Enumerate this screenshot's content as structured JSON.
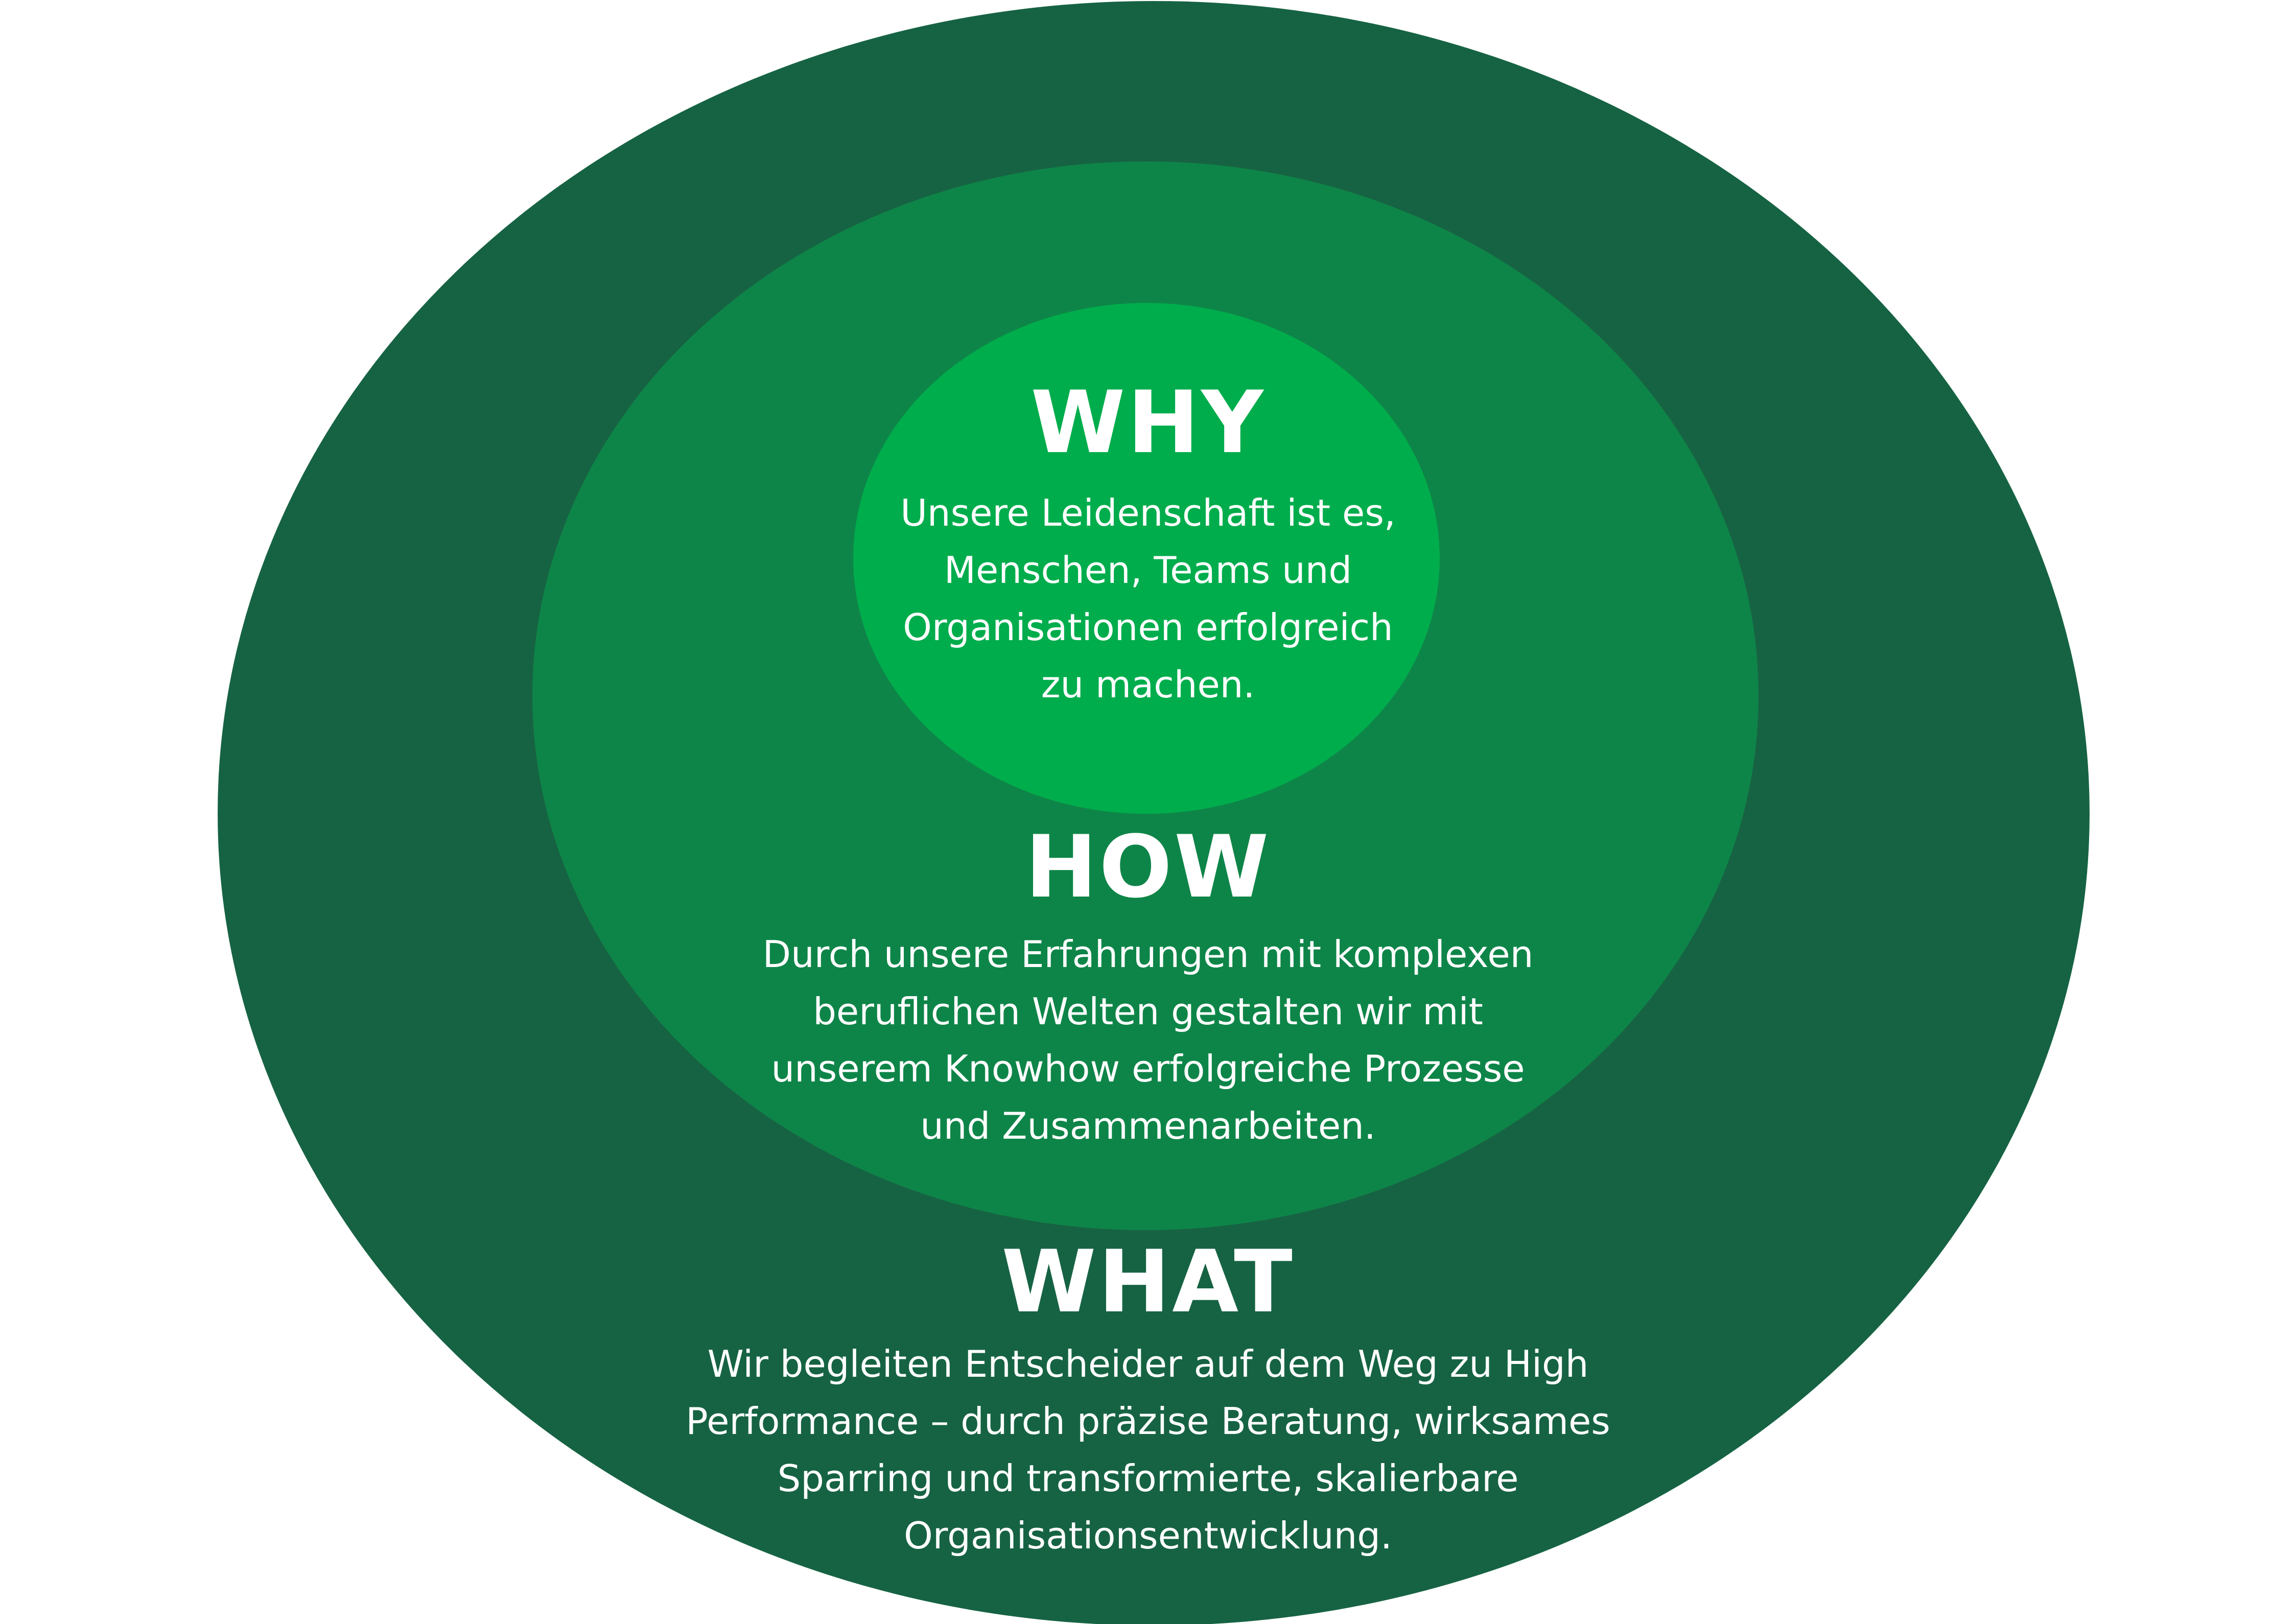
{
  "colors": {
    "outer": "#166343",
    "middle": "#0e8548",
    "inner": "#00ad4c",
    "text": "#ffffff"
  },
  "why": {
    "title": "WHY",
    "lines": [
      "Unsere Leidenschaft ist es,",
      "Menschen, Teams und",
      "Organisationen erfolgreich",
      "zu machen."
    ]
  },
  "how": {
    "title": "HOW",
    "lines": [
      "Durch unsere Erfahrungen mit komplexen",
      "beruflichen Welten gestalten wir mit",
      "unserem Knowhow erfolgreiche Prozesse",
      "und Zusammenarbeiten."
    ]
  },
  "what": {
    "title": "WHAT",
    "lines": [
      "Wir begleiten Entscheider auf dem Weg zu High",
      "Performance – durch präzise Beratung, wirksames",
      "Sparring und transformierte, skalierbare",
      "Organisationsentwicklung."
    ]
  }
}
